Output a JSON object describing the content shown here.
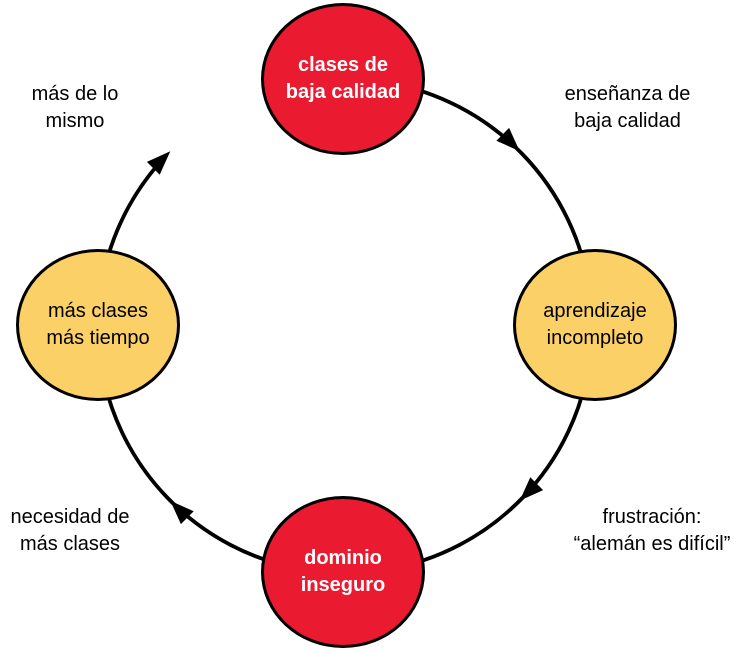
{
  "diagram": {
    "description": "Vicious-circle cycle diagram with four nodes and four labeled arrows",
    "colors": {
      "red": "#EA1A31",
      "yellow": "#FBD067",
      "stroke": "#000000",
      "red_text": "#FFFFFF",
      "yellow_text": "#000000",
      "background": "#FFFFFF"
    },
    "nodes": [
      {
        "id": "top",
        "line1": "clases de",
        "line2": "baja calidad",
        "fill": "#EA1A31",
        "text_color": "#FFFFFF"
      },
      {
        "id": "right",
        "line1": "aprendizaje",
        "line2": "incompleto",
        "fill": "#FBD067",
        "text_color": "#000000"
      },
      {
        "id": "bottom",
        "line1": "dominio",
        "line2": "inseguro",
        "fill": "#EA1A31",
        "text_color": "#FFFFFF"
      },
      {
        "id": "left",
        "line1": "más clases",
        "line2": "más tiempo",
        "fill": "#FBD067",
        "text_color": "#000000"
      }
    ],
    "edges": [
      {
        "from": "clases de baja calidad",
        "to": "aprendizaje incompleto",
        "position": "top-right",
        "label_line1": "enseñanza de",
        "label_line2": "baja calidad"
      },
      {
        "from": "aprendizaje incompleto",
        "to": "dominio inseguro",
        "position": "bottom-right",
        "label_line1": "frustración:",
        "label_line2": "“alemán es difícil”"
      },
      {
        "from": "dominio inseguro",
        "to": "más clases más tiempo",
        "position": "bottom-left",
        "label_line1": "necesidad de",
        "label_line2": "más clases"
      },
      {
        "from": "más clases más tiempo",
        "to": "clases de baja calidad",
        "position": "top-left",
        "label_line1": "más de lo",
        "label_line2": "mismo"
      }
    ]
  }
}
